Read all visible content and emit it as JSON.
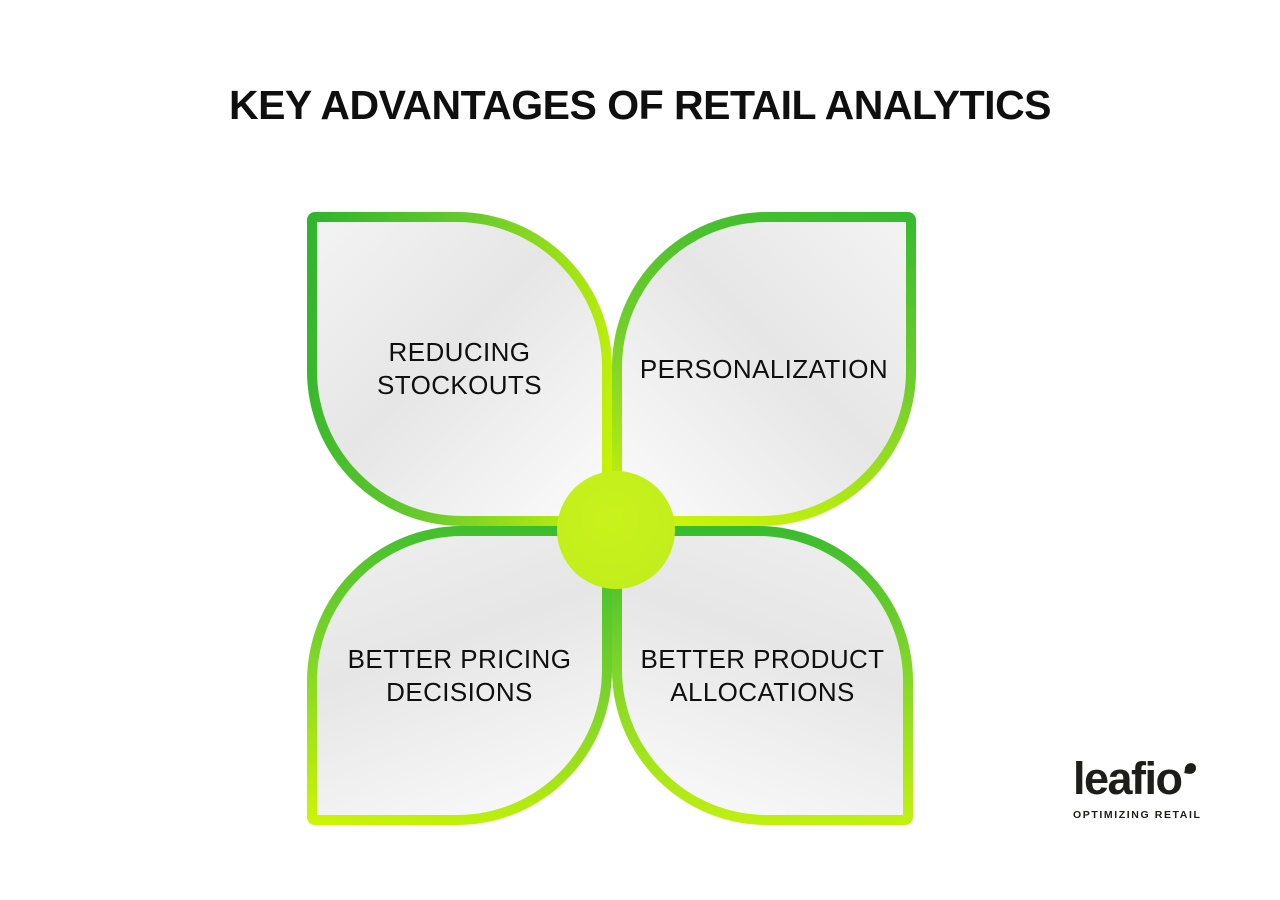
{
  "title": "KEY ADVANTAGES OF RETAIL ANALYTICS",
  "diagram": {
    "petals": [
      {
        "position": "top-left",
        "lines": [
          "REDUCING",
          "STOCKOUTS"
        ]
      },
      {
        "position": "top-right",
        "lines": [
          "PERSONALIZATION"
        ]
      },
      {
        "position": "bottom-left",
        "lines": [
          "BETTER PRICING",
          "DECISIONS"
        ]
      },
      {
        "position": "bottom-right",
        "lines": [
          "BETTER PRODUCT",
          "ALLOCATIONS"
        ]
      }
    ],
    "center_icon": "lime-circle"
  },
  "logo": {
    "wordmark": "leafio",
    "tagline": "OPTIMIZING RETAIL",
    "mark_icon": "leaf-dot"
  },
  "colors": {
    "green": "#35ba2f",
    "lime": "#cdf504",
    "circle_fill": "#c3ee1b",
    "text": "#0f0f0f",
    "background": "#ffffff"
  }
}
